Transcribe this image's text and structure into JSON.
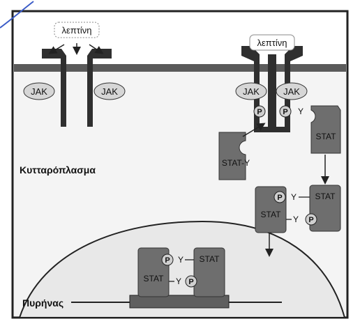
{
  "diagram": {
    "ligand": "λεπτίνη",
    "jak": "JAK",
    "stat": "STAT",
    "phospho": "P",
    "tyrosine": "Y",
    "stat_y": "STAT-Y",
    "cytoplasm": "Κυτταρόπλασμα",
    "nucleus": "Πυρήνας"
  }
}
